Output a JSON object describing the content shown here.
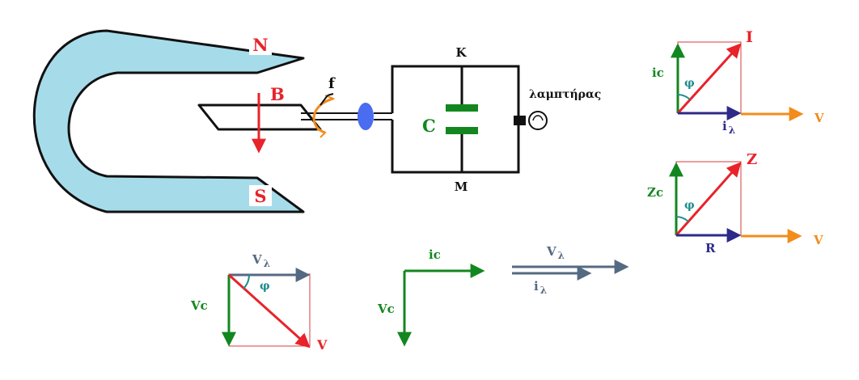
{
  "colors": {
    "magnet_fill": "#a6dcea",
    "red": "#e8232a",
    "green": "#13871f",
    "blue": "#2e2a88",
    "orange": "#f28c1b",
    "teal": "#1f8c8c",
    "slate": "#546a82",
    "black": "#111111",
    "box_red": "#d63b3b"
  },
  "magnet": {
    "north_label": "N",
    "south_label": "S",
    "field_label": "B"
  },
  "generator": {
    "frequency_label": "f"
  },
  "circuit": {
    "node_top": "K",
    "node_bottom": "M",
    "capacitor_label": "C",
    "lamp_label": "λαμπτήρας"
  },
  "current_phasor": {
    "ic": "ic",
    "i_main": "I",
    "i_lambda": "i",
    "lambda_sub": "λ",
    "v": "V",
    "phi": "φ"
  },
  "impedance_phasor": {
    "zc": "Zc",
    "z": "Z",
    "r": "R",
    "v": "V",
    "phi": "φ"
  },
  "voltage_phasor": {
    "v_lambda": "V",
    "lambda_sub": "λ",
    "vc": "Vc",
    "v": "V",
    "phi": "φ"
  },
  "quadrature": {
    "ic": "ic",
    "vc": "Vc"
  },
  "parallel_vectors": {
    "v_lambda": "V",
    "i_lambda": "i",
    "lambda_sub": "λ"
  }
}
